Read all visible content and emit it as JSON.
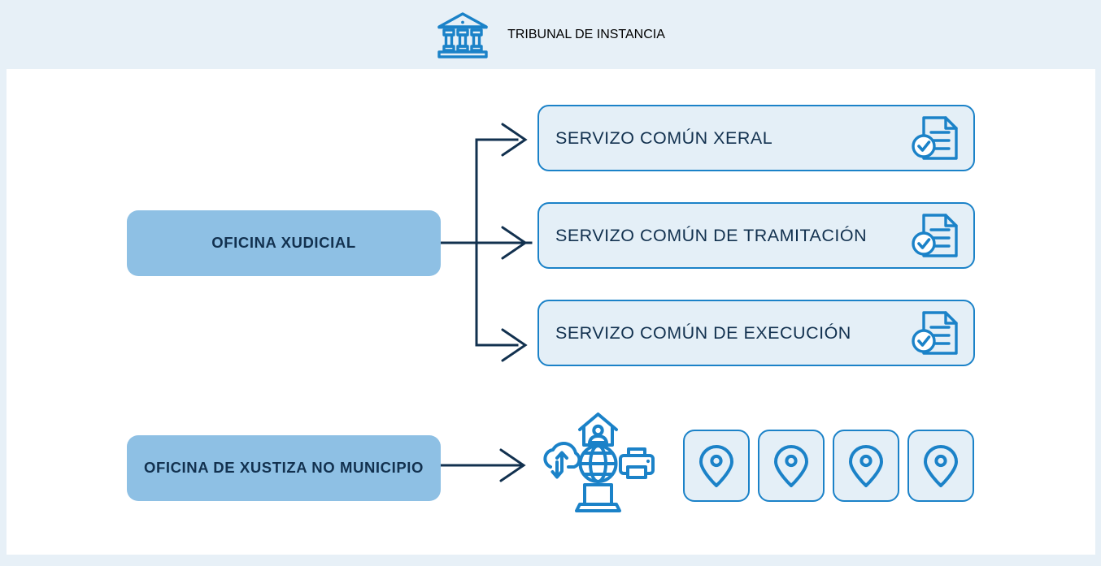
{
  "header": {
    "title": "TRIBUNAL DE INSTANCIA",
    "icon": "courthouse-icon"
  },
  "colors": {
    "page_background": "#e7f0f7",
    "panel_background": "#ffffff",
    "accent_blue": "#1b82c8",
    "source_box_fill": "#8ec0e4",
    "service_box_fill": "#e4eff7",
    "text_navy": "#12314f",
    "connector_line": "#12314f"
  },
  "diagram": {
    "sources": [
      {
        "id": "oficina-xudicial",
        "label": "OFICINA XUDICIAL"
      },
      {
        "id": "oficina-xustiza-municipio",
        "label": "OFICINA DE XUSTIZA NO MUNICIPIO"
      }
    ],
    "services": [
      {
        "id": "servizo-comun-xeral",
        "label": "SERVIZO COMÚN XERAL",
        "icon": "document-check-icon"
      },
      {
        "id": "servizo-comun-tramitacion",
        "label": "SERVIZO COMÚN DE TRAMITACIÓN",
        "icon": "document-check-icon"
      },
      {
        "id": "servizo-comun-execucion",
        "label": "SERVIZO COMÚN DE EXECUCIÓN",
        "icon": "document-check-icon"
      }
    ],
    "digital_cluster": {
      "icons": [
        "house-person-icon",
        "cloud-sync-icon",
        "globe-icon",
        "printer-icon",
        "laptop-icon"
      ]
    },
    "location_cards": [
      {
        "id": "location-1",
        "icon": "map-pin-icon"
      },
      {
        "id": "location-2",
        "icon": "map-pin-icon"
      },
      {
        "id": "location-3",
        "icon": "map-pin-icon"
      },
      {
        "id": "location-4",
        "icon": "map-pin-icon"
      }
    ]
  }
}
